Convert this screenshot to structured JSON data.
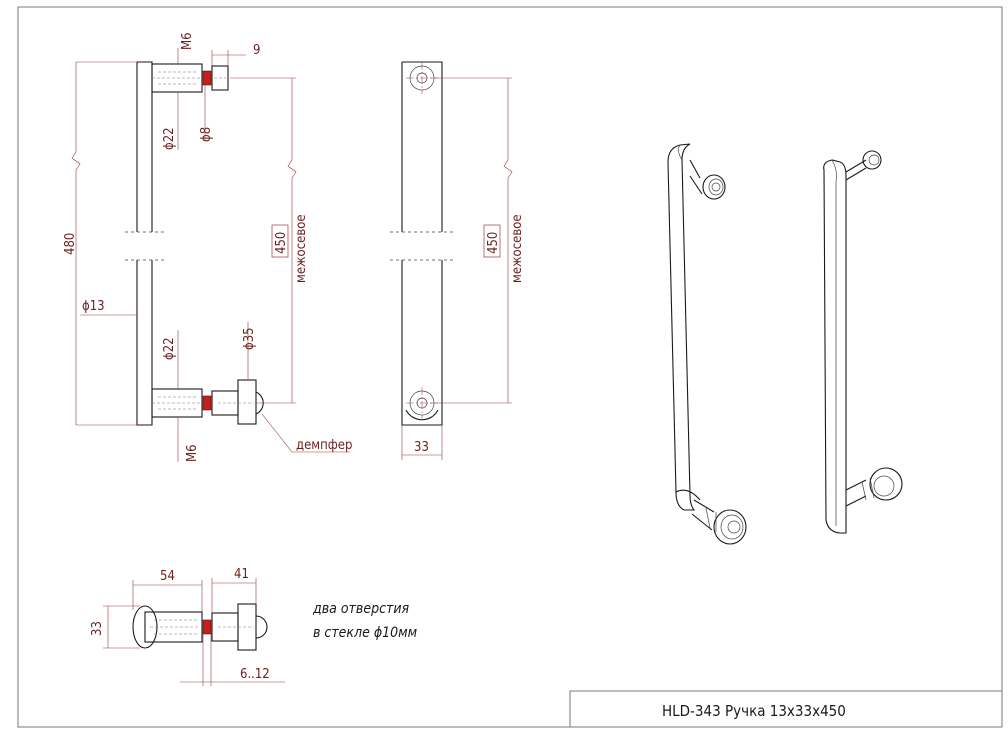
{
  "title_block": {
    "text": "HLD-343  Ручка 13х33х450"
  },
  "note": {
    "line1": "два отверстия",
    "line2": "в стекле ϕ10мм"
  },
  "dims": {
    "m6_top": "М6",
    "nine": "9",
    "d22_top": "ϕ22",
    "d8": "ϕ8",
    "h480": "480",
    "c450_a": "450",
    "mezh_a": "межосевое",
    "d13": "ϕ13",
    "d22_bot": "ϕ22",
    "d35": "ϕ35",
    "m6_bot": "М6",
    "damper": "демпфер",
    "c450_b": "450",
    "mezh_b": "межосевое",
    "w33": "33",
    "l54": "54",
    "l41": "41",
    "h33": "33",
    "r612": "6..12"
  },
  "colors": {
    "dim": "#9a3a3a",
    "accent": "#c21f1f",
    "line": "#1a1a1a"
  }
}
